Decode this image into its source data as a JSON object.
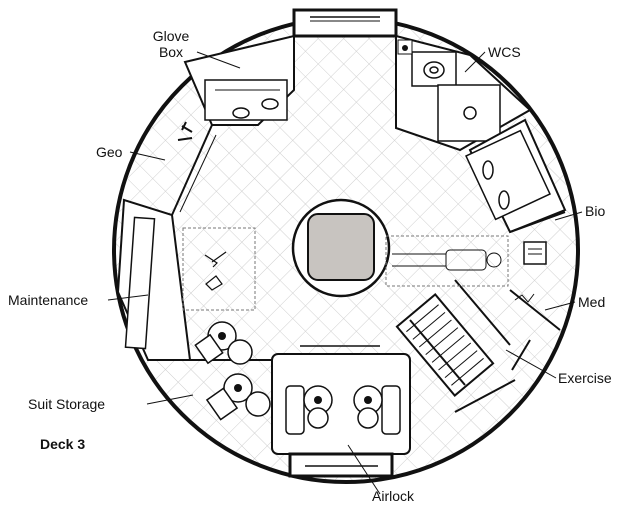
{
  "title": "Deck 3",
  "labels": {
    "glove_box_line1": "Glove",
    "glove_box_line2": "Box",
    "wcs": "WCS",
    "geo": "Geo",
    "bio": "Bio",
    "maintenance": "Maintenance",
    "med": "Med",
    "suit_storage": "Suit Storage",
    "exercise": "Exercise",
    "airlock": "Airlock"
  },
  "colors": {
    "outline": "#111111",
    "floor_grid": "#c8c8c8",
    "center_block": "#c8c4c0",
    "background": "#ffffff"
  }
}
